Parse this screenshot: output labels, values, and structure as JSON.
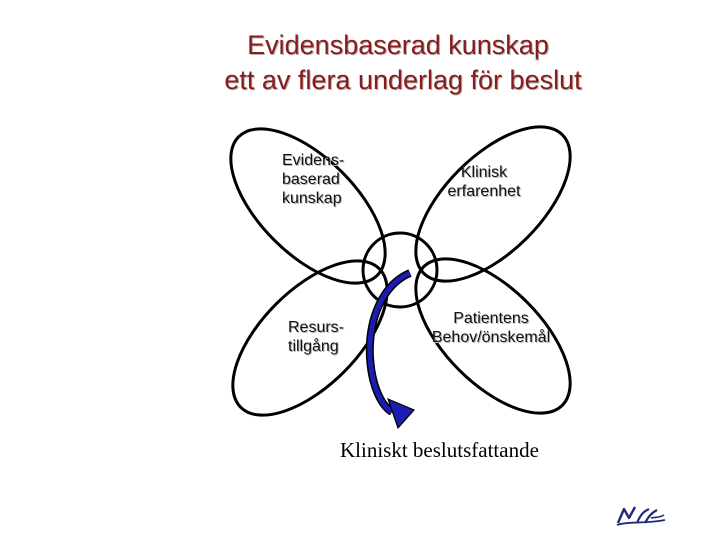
{
  "title": {
    "line1": "Evidensbaserad kunskap",
    "line2": "ett av flera underlag för beslut"
  },
  "nodes": {
    "evidens": [
      "Evidens-",
      "baserad",
      "kunskap"
    ],
    "klinisk": [
      "Klinisk",
      "erfarenhet"
    ],
    "resurs": [
      "Resurs-",
      "tillgång"
    ],
    "patient": [
      "Patientens",
      "Behov/önskemål"
    ]
  },
  "outcome": "Kliniskt beslutsfattande",
  "colors": {
    "title": "#8b1a1a",
    "arrow": "#1c1cb0",
    "outline": "#000000"
  },
  "logo_icon": "nll-logo-icon"
}
